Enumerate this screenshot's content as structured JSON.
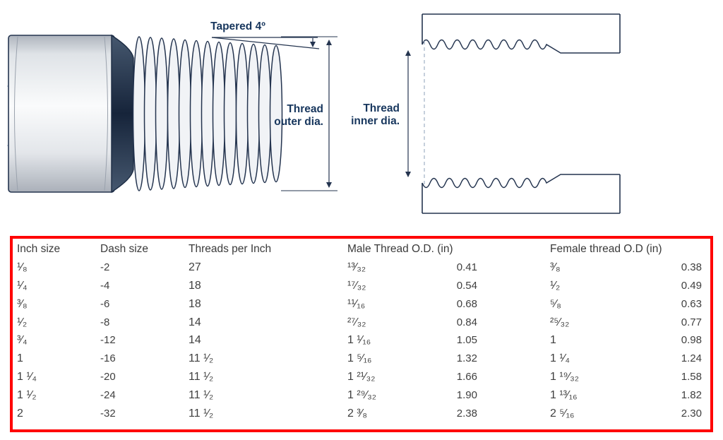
{
  "diagram": {
    "tapered_label": "Tapered 4º",
    "outer_dia_label": {
      "line1": "Thread",
      "line2": "outer dia."
    },
    "inner_dia_label": {
      "line1": "Thread",
      "line2": "inner dia."
    },
    "ink_color": "#24344f",
    "label_color": "#17365d",
    "centerline_color": "#aebfd6"
  },
  "table": {
    "border_color": "#ff0000",
    "text_color": "#3f3f3f",
    "headers": {
      "inch": "Inch size",
      "dash": "Dash size",
      "tpi": "Threads per Inch",
      "male": "Male Thread O.D. (in)",
      "female": "Female thread O.D (in)"
    },
    "rows": [
      {
        "inch": "¹⁄₈",
        "dash": "-2",
        "tpi": "27",
        "male_frac": "¹³⁄₃₂",
        "male_dec": "0.41",
        "female_frac": "³⁄₈",
        "female_dec": "0.38"
      },
      {
        "inch": "¹⁄₄",
        "dash": "-4",
        "tpi": "18",
        "male_frac": "¹⁷⁄₃₂",
        "male_dec": "0.54",
        "female_frac": "¹⁄₂",
        "female_dec": "0.49"
      },
      {
        "inch": "³⁄₈",
        "dash": "-6",
        "tpi": "18",
        "male_frac": "¹¹⁄₁₆",
        "male_dec": "0.68",
        "female_frac": "⁵⁄₈",
        "female_dec": "0.63"
      },
      {
        "inch": "¹⁄₂",
        "dash": "-8",
        "tpi": "14",
        "male_frac": "²⁷⁄₃₂",
        "male_dec": "0.84",
        "female_frac": "²⁵⁄₃₂",
        "female_dec": "0.77"
      },
      {
        "inch": "³⁄₄",
        "dash": "-12",
        "tpi": "14",
        "male_frac": "1 ¹⁄₁₆",
        "male_dec": "1.05",
        "female_frac": "1",
        "female_dec": "0.98"
      },
      {
        "inch": "1",
        "dash": "-16",
        "tpi": "11 ¹⁄₂",
        "male_frac": "1 ⁵⁄₁₆",
        "male_dec": "1.32",
        "female_frac": "1 ¹⁄₄",
        "female_dec": "1.24"
      },
      {
        "inch": "1 ¹⁄₄",
        "dash": "-20",
        "tpi": "11 ¹⁄₂",
        "male_frac": "1 ²¹⁄₃₂",
        "male_dec": "1.66",
        "female_frac": "1 ¹⁹⁄₃₂",
        "female_dec": "1.58"
      },
      {
        "inch": "1 ¹⁄₂",
        "dash": "-24",
        "tpi": "11 ¹⁄₂",
        "male_frac": "1 ²⁹⁄₃₂",
        "male_dec": "1.90",
        "female_frac": "1 ¹³⁄₁₆",
        "female_dec": "1.82"
      },
      {
        "inch": "2",
        "dash": "-32",
        "tpi": "11 ¹⁄₂",
        "male_frac": "2 ³⁄₈",
        "male_dec": "2.38",
        "female_frac": "2 ⁵⁄₁₆",
        "female_dec": "2.30"
      }
    ]
  }
}
